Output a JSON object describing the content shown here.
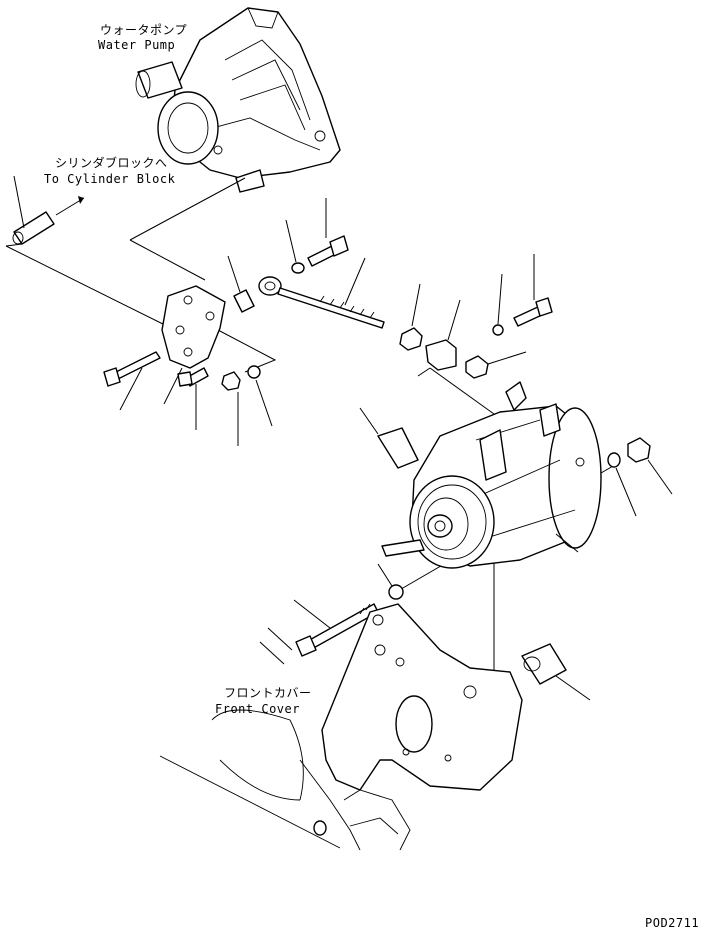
{
  "labels": {
    "water_pump_jp": "ウォータポンプ",
    "water_pump_en": "Water Pump",
    "cylinder_block_jp": "シリンダブロックへ",
    "cylinder_block_en": "To Cylinder Block",
    "front_cover_jp": "フロントカバー",
    "front_cover_en": "Front Cover"
  },
  "drawing_code": "POD2711",
  "colors": {
    "line": "#000000",
    "background": "#ffffff"
  }
}
